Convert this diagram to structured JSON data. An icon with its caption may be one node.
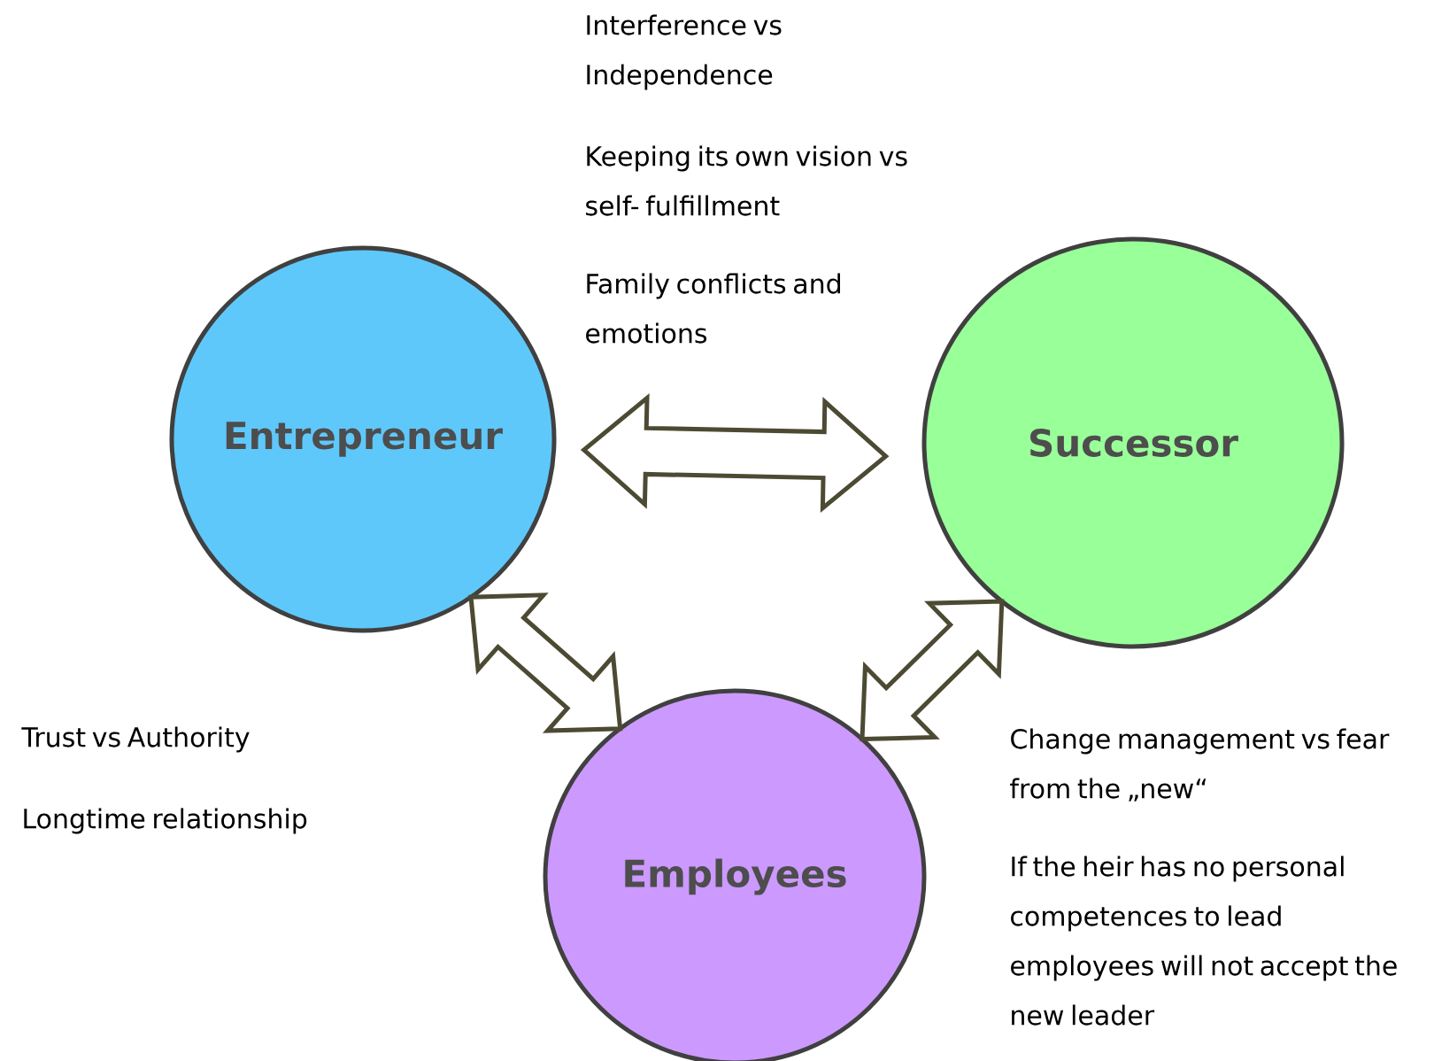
{
  "diagram": {
    "nodes": [
      {
        "text": [
          "Entrepreneur"
        ]
      },
      {
        "text": [
          "Successor"
        ]
      },
      {
        "text": [
          "Employees"
        ]
      }
    ],
    "edges": [
      {
        "from": 0,
        "to": 1,
        "arrow": "both"
      },
      {
        "from": 0,
        "to": 2,
        "arrow": "both"
      },
      {
        "from": 2,
        "to": 1,
        "arrow": "both"
      }
    ],
    "labels": [
      "Interference vs Independence",
      "Keeping its own vision vs self- fulfillment",
      "Family conflicts and emotions",
      "Trust vs Authority",
      "Longtime relationship",
      "Change management vs fear from the „new“",
      "If the heir has no personal competences to lead employees will not accept the new leader"
    ]
  }
}
